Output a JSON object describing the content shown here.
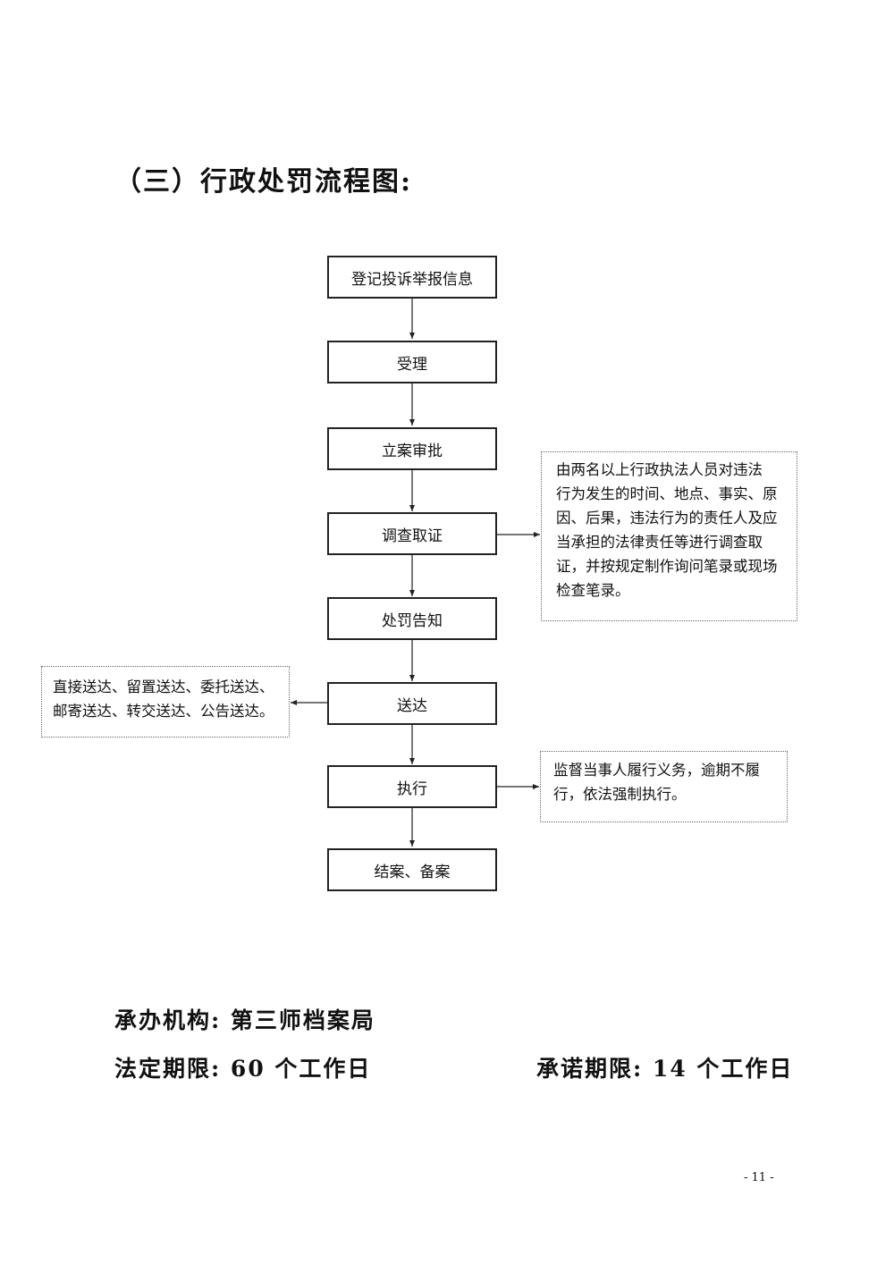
{
  "heading": "（三）行政处罚流程图:",
  "steps": [
    "登记投诉举报信息",
    "受理",
    "立案审批",
    "调查取证",
    "处罚告知",
    "送达",
    "执行",
    "结案、备案"
  ],
  "notes": {
    "investigation": [
      "由两名以上行政执法人员对违法",
      "行为发生的时间、地点、事实、原",
      "因、后果，违法行为的责任人及应",
      "当承担的法律责任等进行调查取",
      "证，并按规定制作询问笔录或现场",
      "检查笔录。"
    ],
    "delivery": [
      "直接送达、留置送达、委托送达、",
      "邮寄送达、转交送达、公告送达。"
    ],
    "execution": [
      "监督当事人履行义务，逾期不履",
      "行，依法强制执行。"
    ]
  },
  "footer": {
    "agency": "承办机构: 第三师档案局",
    "legal_limit": "法定期限: 60 个工作日",
    "promise_limit": "承诺期限: 14 个工作日"
  },
  "page_number": "- 11 -"
}
